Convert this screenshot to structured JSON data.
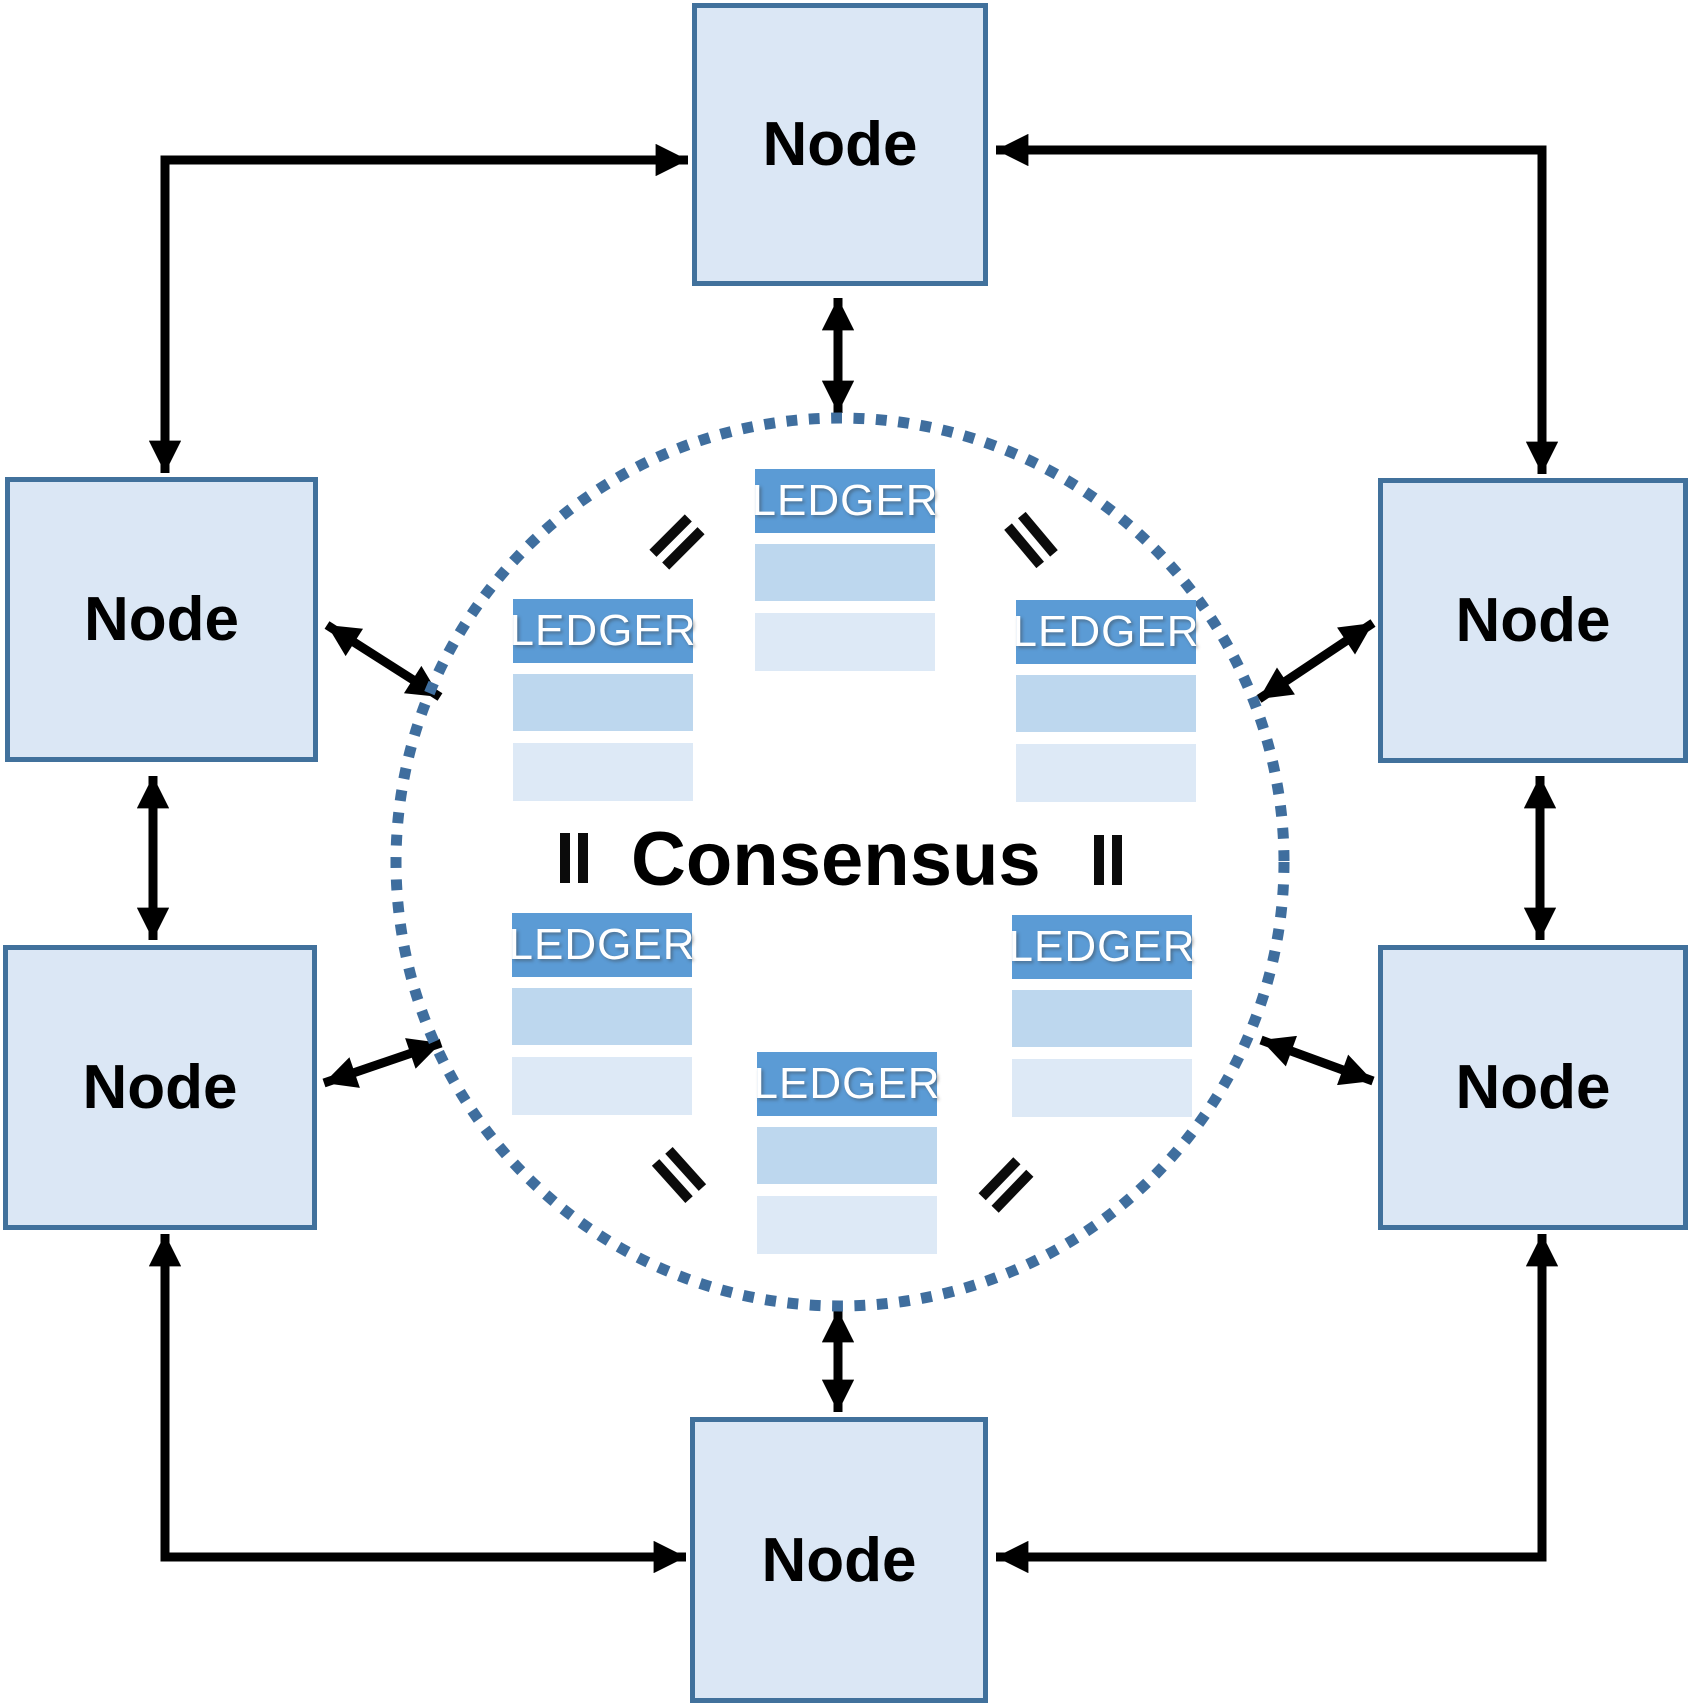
{
  "diagram": {
    "type": "peer-to-peer consensus network",
    "center_label": "Consensus",
    "node_label": "Node",
    "node_count": 6,
    "ledger_label": "LEDGER",
    "ledger_count": 6,
    "ledger_rows_per_table": 2,
    "equals_sign_count": 6
  },
  "colors": {
    "node_fill": "#dbe7f5",
    "node_border": "#41719c",
    "ledger_header": "#5b9bd5",
    "ledger_row1": "#bdd7ee",
    "ledger_row2": "#dde9f6",
    "circle_dot": "#3f6e9e",
    "arrow": "#000000"
  }
}
